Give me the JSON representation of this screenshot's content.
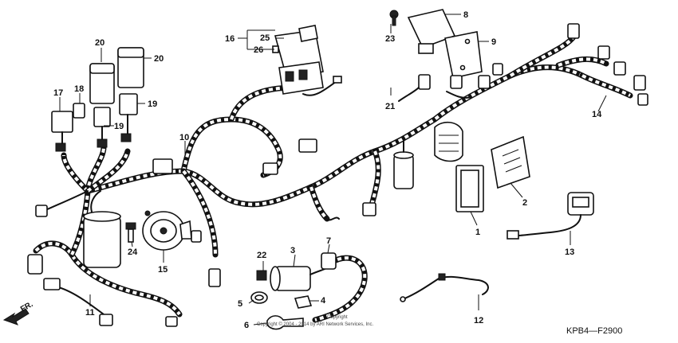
{
  "callouts": {
    "c1": "1",
    "c2": "2",
    "c3": "3",
    "c4": "4",
    "c5": "5",
    "c6": "6",
    "c7": "7",
    "c8": "8",
    "c9": "9",
    "c10": "10",
    "c11": "11",
    "c12": "12",
    "c13": "13",
    "c14": "14",
    "c15": "15",
    "c16": "16",
    "c17": "17",
    "c18": "18",
    "c19a": "19",
    "c19b": "19",
    "c20a": "20",
    "c20b": "20",
    "c21": "21",
    "c22": "22",
    "c23": "23",
    "c24": "24",
    "c25": "25",
    "c26": "26"
  },
  "front_arrow_label": "FR.",
  "diagram_code": "KPB4—F2900",
  "copyright_line1": "Copyright",
  "copyright_line2": "Copyright © 2004 - 2014 by ARI Network Services, Inc."
}
